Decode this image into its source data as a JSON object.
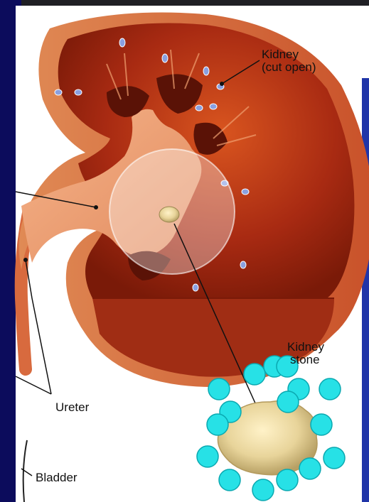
{
  "labels": {
    "kidney_line1": "Kidney",
    "kidney_line2": "(cut open)",
    "stone_line1": "Kidney",
    "stone_line2": "stone",
    "ureter": "Ureter",
    "bladder": "Bladder"
  },
  "colors": {
    "background": "#0a0a6e",
    "kidney": "#9e2510",
    "marker": "#27e1e6"
  }
}
